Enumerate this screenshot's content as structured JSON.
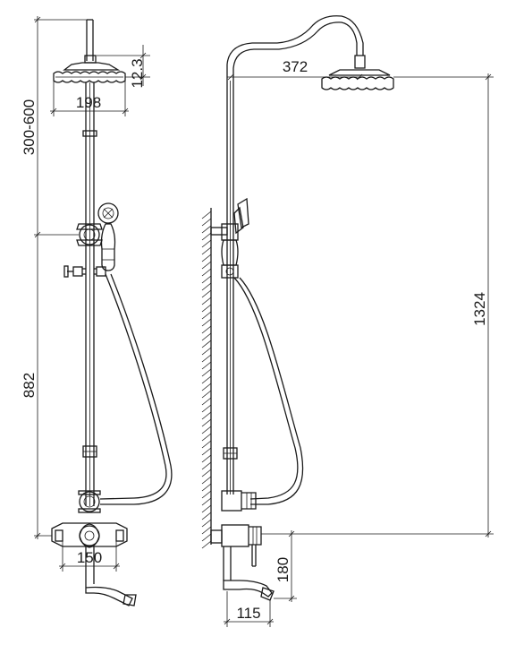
{
  "dimensions": {
    "head_thickness": "12.3",
    "head_diameter": "198",
    "height_adjust": "300-600",
    "column_height": "882",
    "mixer_centers": "150",
    "arm_reach": "372",
    "total_height": "1324",
    "spout_drop": "180",
    "spout_reach": "115"
  }
}
